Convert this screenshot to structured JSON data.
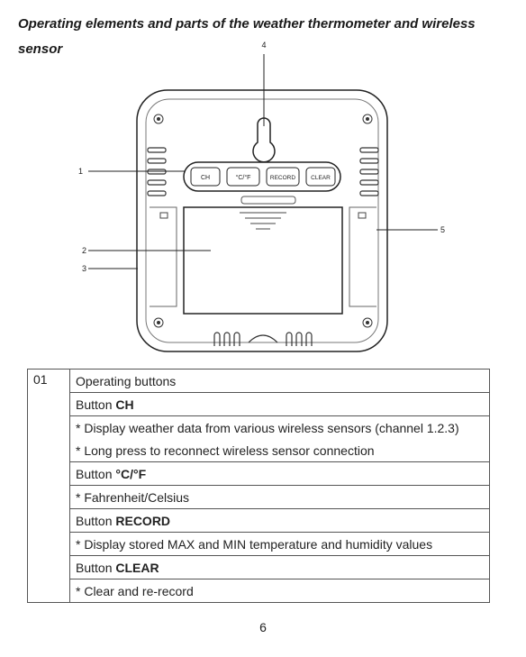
{
  "heading": {
    "line1": "Operating elements and parts of the weather thermometer and wireless",
    "line2": "sensor"
  },
  "diagram": {
    "callouts": [
      "1",
      "2",
      "3",
      "4",
      "5"
    ],
    "buttons": [
      "CH",
      "°C/°F",
      "RECORD",
      "CLEAR"
    ]
  },
  "table": {
    "number": "01",
    "title": "Operating buttons",
    "button_prefix": "Button",
    "rows": [
      {
        "name": "CH",
        "desc": [
          "* Display weather data from various wireless sensors (channel 1.2.3)",
          "* Long press to reconnect wireless sensor connection"
        ]
      },
      {
        "name": "°C/°F",
        "desc": [
          "* Fahrenheit/Celsius"
        ]
      },
      {
        "name": "RECORD",
        "desc": [
          "* Display stored MAX and MIN temperature and humidity values"
        ]
      },
      {
        "name": "CLEAR",
        "desc": [
          "* Clear and re-record"
        ]
      }
    ]
  },
  "page_number": "6"
}
